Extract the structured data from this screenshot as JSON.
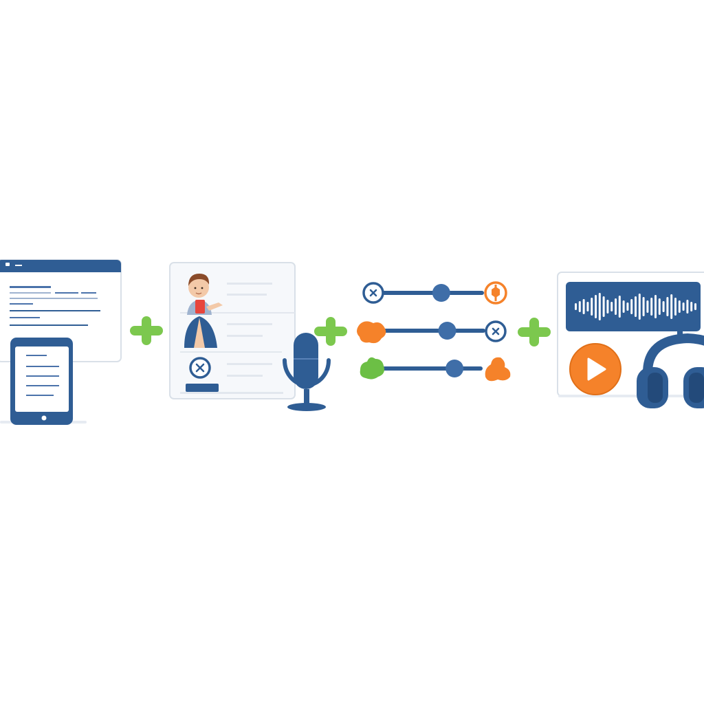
{
  "colors": {
    "background": "#ffffff",
    "primary_blue": "#2f5d94",
    "dark_blue": "#234a7a",
    "light_panel": "#f6f8fb",
    "panel_border": "#d9e0e8",
    "line_gray": "#e2e7ee",
    "text_line_blue": "#4a72aa",
    "plus_green": "#7cc84e",
    "accent_orange": "#f5822a",
    "accent_green": "#6cbf45",
    "skin": "#f3c9a8",
    "hair": "#8a4b2a",
    "shirt_red": "#e8453c",
    "jacket_blue": "#2f5d94"
  },
  "icons": [
    "browser-window-icon",
    "tablet-icon",
    "plus-icon",
    "profile-card-icon",
    "presenter-avatar-icon",
    "close-x-icon",
    "microphone-icon",
    "slider-track-icon",
    "paint-splash-icon",
    "audio-waveform-icon",
    "play-icon",
    "headphones-icon"
  ],
  "sliders": [
    {
      "level": 0.58,
      "left_icon": "close-x-icon",
      "right_icon": "hexagon-badge-icon"
    },
    {
      "level": 0.63,
      "left_icon": "orange-splash-icon",
      "right_icon": "close-x-icon"
    },
    {
      "level": 0.72,
      "left_icon": "green-splash-icon",
      "right_icon": "orange-splash-icon"
    }
  ]
}
